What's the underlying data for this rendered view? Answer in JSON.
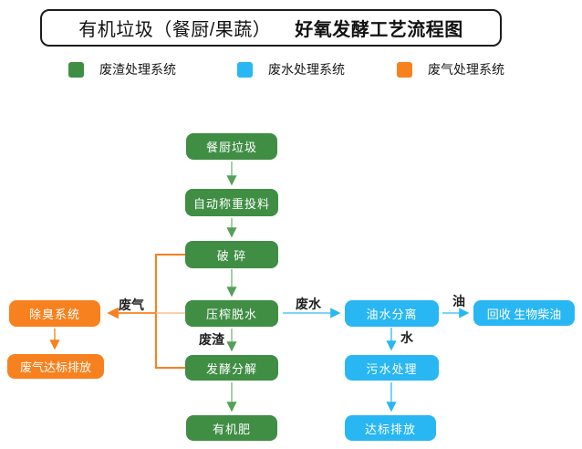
{
  "title": {
    "part1": "有机垃圾（餐厨/果蔬）",
    "part2": "好氧发酵工艺流程图"
  },
  "legend": [
    {
      "label": "废渣处理系统",
      "color": "#3f8e44"
    },
    {
      "label": "废水处理系统",
      "color": "#29b7f3"
    },
    {
      "label": "废气处理系统",
      "color": "#f8811f"
    }
  ],
  "nodes": {
    "kitchen_waste": {
      "label": "餐厨垃圾",
      "system": "废渣处理系统"
    },
    "auto_weigh_feed": {
      "label": "自动称重投料",
      "system": "废渣处理系统"
    },
    "crush": {
      "label": "破 碎",
      "system": "废渣处理系统"
    },
    "press_dewater": {
      "label": "压榨脱水",
      "system": "废渣处理系统"
    },
    "ferment_decompose": {
      "label": "发酵分解",
      "system": "废渣处理系统"
    },
    "organic_fertilizer": {
      "label": "有机肥",
      "system": "废渣处理系统"
    },
    "deodorize_system": {
      "label": "除臭系统",
      "system": "废气处理系统"
    },
    "gas_discharge": {
      "label": "废气达标排放",
      "system": "废气处理系统"
    },
    "oil_water_sep": {
      "label": "油水分离",
      "system": "废水处理系统"
    },
    "biodiesel_recycle": {
      "label": "回收 生物柴油",
      "system": "废水处理系统"
    },
    "sewage_treatment": {
      "label": "污水处理",
      "system": "废水处理系统"
    },
    "water_discharge": {
      "label": "达标排放",
      "system": "废水处理系统"
    }
  },
  "edge_labels": {
    "waste_gas": "废气",
    "waste_water": "废水",
    "waste_residue": "废渣",
    "oil": "油",
    "water": "水"
  },
  "colors": {
    "solid_green": "#3f8e44",
    "water_blue": "#29b7f3",
    "gas_orange": "#f8811f",
    "title_border": "#1c1c1c",
    "label_text": "#1f1f1f"
  }
}
